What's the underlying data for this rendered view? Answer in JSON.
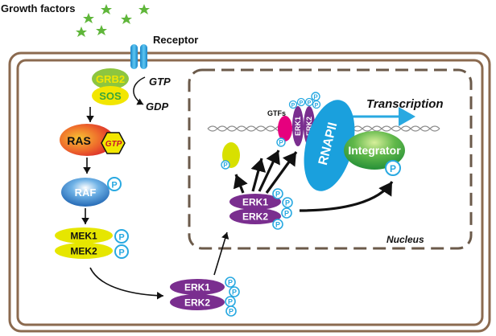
{
  "labels": {
    "growth_factors": "Growth factors",
    "receptor": "Receptor",
    "grb2": "GRB2",
    "sos": "SOS",
    "gtp": "GTP",
    "gdp": "GDP",
    "ras": "RAS",
    "ras_gtp": "GTP",
    "raf": "RAF",
    "mek1": "MEK1",
    "mek2": "MEK2",
    "erk1": "ERK1",
    "erk2": "ERK2",
    "gtfs": "GTFs",
    "rnapii": "RNAPII",
    "integrator": "Integrator",
    "transcription": "Transcription",
    "nucleus": "Nucleus",
    "phospho": "P"
  },
  "colors": {
    "membrane": "#8b6a4f",
    "nucleus_border": "#6b5a4a",
    "star": "#5fb63a",
    "receptor": "#29a9e1",
    "grb2": "#8dc63f",
    "sos": "#f2e600",
    "ras": "#e8432b",
    "raf": "#1d6fc0",
    "mek": "#e6e600",
    "erk": "#7a2e8f",
    "phospho": "#29a9e1",
    "rnapii": "#1aa0dd",
    "integrator": "#3aa63a",
    "gtf": "#e6007e",
    "yellow_small": "#d8e000"
  }
}
